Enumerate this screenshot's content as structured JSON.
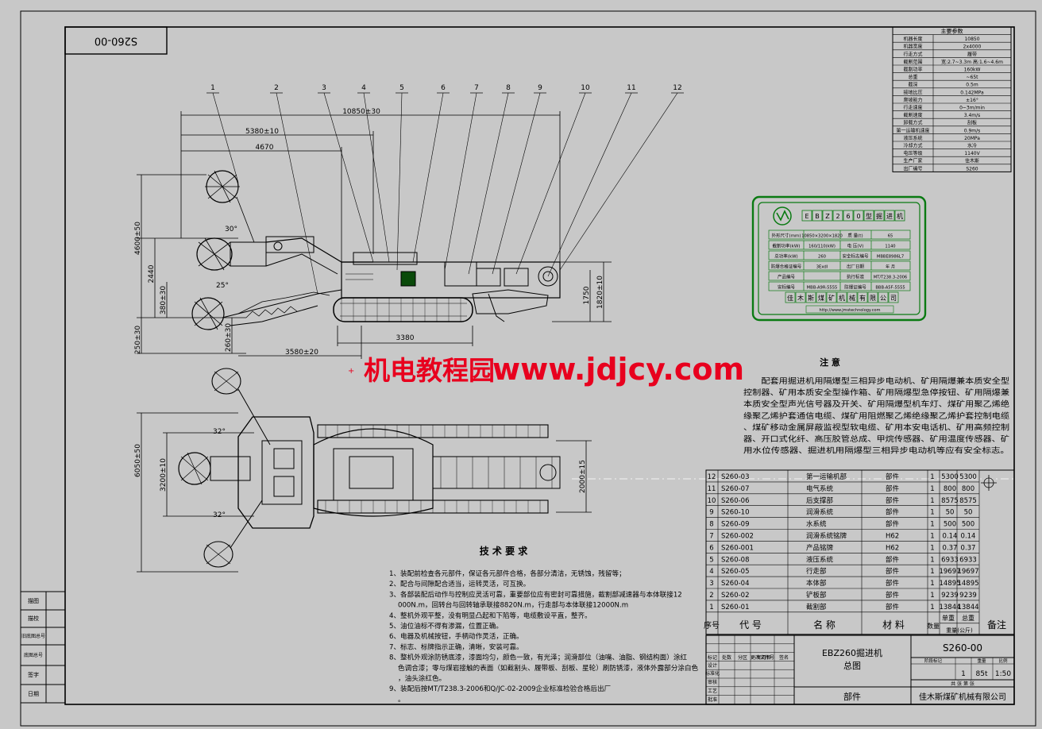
{
  "drawing_no_box": "S260-00",
  "params_table": {
    "title": "主要参数",
    "rows": [
      [
        "机器长度",
        "10850"
      ],
      [
        "机器宽度",
        "2x4000"
      ],
      [
        "行走方式",
        "履带"
      ],
      [
        "截割范围",
        "宽:2.7~3.3m 高:1.6~4.6m"
      ],
      [
        "截割功率",
        "160kW"
      ],
      [
        "总重",
        "~65t"
      ],
      [
        "截深",
        "0.5m"
      ],
      [
        "接地比压",
        "0.142MPa"
      ],
      [
        "爬坡能力",
        "±16°"
      ],
      [
        "行走速度",
        "0~3m/min"
      ],
      [
        "截割速度",
        "3.4m/s"
      ],
      [
        "卸载方式",
        "刮板"
      ],
      [
        "第一运输机速度",
        "0.9m/s"
      ],
      [
        "液压系统",
        "20MPa"
      ],
      [
        "冷却方式",
        "水冷"
      ],
      [
        "电压等级",
        "1140V"
      ],
      [
        "生产厂家",
        "佳木斯"
      ],
      [
        "出厂编号",
        "S260"
      ]
    ]
  },
  "part_labels": [
    "1",
    "2",
    "3",
    "4",
    "5",
    "6",
    "7",
    "8",
    "9",
    "10",
    "11",
    "12"
  ],
  "dimensions": {
    "overall_length": "10850±30",
    "len_5380": "5380±10",
    "len_4670": "4670",
    "height_4600": "4600±50",
    "height_2440": "2440",
    "height_380": "380±30",
    "height_250": "250±30",
    "height_260": "260±30",
    "track_3380": "3380",
    "reach_3580": "3580±20",
    "height_1750": "1750",
    "height_1820": "1820±10",
    "angle_30": "30°",
    "angle_25": "25°",
    "width_6050": "6050±50",
    "width_3200": "3200±10",
    "width_2000": "2000±15",
    "angle_32_top": "32°",
    "angle_32_bot": "32°"
  },
  "nameplate": {
    "model_chars": [
      "E",
      "B",
      "Z",
      "2",
      "6",
      "0",
      "型",
      "掘",
      "进",
      "机"
    ],
    "rows": [
      [
        "外形尺寸(mm)",
        "10850×3200×1820",
        "质 量(t)",
        "65"
      ],
      [
        "截割功率(kW)",
        "160/110(kW)",
        "电 压(V)",
        "1140"
      ],
      [
        "总功率(kW)",
        "260",
        "安全标志编号",
        "MBBE8986L7"
      ],
      [
        "防爆合格证编号",
        "3ExdI",
        "出厂日期",
        "年  月"
      ],
      [
        "产品编号",
        "",
        "执行标准",
        "MT/T238.3-2006"
      ],
      [
        "安标编号",
        "MBB-A9R-5555",
        "防爆证编号",
        "BBB-A5F-5555"
      ]
    ],
    "maker_chars": [
      "佳",
      "木",
      "斯",
      "煤",
      "矿",
      "机",
      "械",
      "有",
      "限",
      "公",
      "司"
    ],
    "footer": "http://www.jmstechnology.com"
  },
  "watermark": {
    "cn": "机电教程园",
    "url": "www.jdjcy.com"
  },
  "notes": {
    "title": "注    意",
    "body": "配套用掘进机用隔爆型三相异步电动机、矿用隔爆兼本质安全型控制器、矿用本质安全型操作箱、矿用隔爆型急停按钮、矿用隔爆兼本质安全型声光信号器及开关、矿用隔爆型机车灯、煤矿用聚乙烯绝缘聚乙烯护套通信电缆、煤矿用阻燃聚乙烯绝缘聚乙烯护套控制电缆、煤矿移动金属屏蔽监视型软电缆、矿用本安电话机、矿用高频控制器、开口式化纤、高压胶管总成、甲烷传感器、矿用温度传感器、矿用水位传感器、掘进机用隔爆型三相异步电动机等应有安全标志。"
  },
  "tech_req": {
    "title": "技 术 要 求",
    "items": [
      "1、装配前检查各元部件，保证各元部件合格，各部分清洁，无锈蚀，残留等；",
      "2、配合与间隙配合适当，运转灵活，可互换。",
      "3、各部装配后动作与控制应灵活可靠，重要部位应有密封可靠措施，截割部减速器与本体联接12000N.m，回转台与回转轴承联接8820N.m，行走部与本体联接12000N.m",
      "4、整机外观平整，没有明显凸起和下陷等，电缆敷设平直，整齐。",
      "5、油位油标不得有渗漏，位置正确。",
      "6、电器及机械按钮，手柄动作灵活，正确。",
      "7、标志、标牌指示正确，清晰，安装可靠。",
      "8、整机外观涂防锈底漆，漆面均匀，颜色一致，有光泽；润滑部位（油嘴、油脂、钢结构面）涂红色调合漆；零与煤岩接触的表面（如截割头、履带板、刮板、星轮）刷防锈漆，液体外露部分涂白色，油头涂红色。",
      "9、装配后按MT/T238.3-2006和Q/JC-02-2009企业标准检验合格后出厂。"
    ]
  },
  "bom": {
    "header": [
      "序号",
      "代  号",
      "名    称",
      "材    料",
      "数量",
      "单重",
      "总重",
      "备注"
    ],
    "header_sub": "重量(公斤)",
    "rows": [
      [
        "12",
        "S260-03",
        "第一运输机部",
        "部件",
        "1",
        "5300",
        "5300"
      ],
      [
        "11",
        "S260-07",
        "电气系统",
        "部件",
        "1",
        "800",
        "800"
      ],
      [
        "10",
        "S260-06",
        "后支撑部",
        "部件",
        "1",
        "8575",
        "8575"
      ],
      [
        "9",
        "S260-10",
        "润滑系统",
        "部件",
        "1",
        "50",
        "50"
      ],
      [
        "8",
        "S260-09",
        "水系统",
        "部件",
        "1",
        "500",
        "500"
      ],
      [
        "7",
        "S260-002",
        "润滑系统铭牌",
        "H62",
        "1",
        "0.14",
        "0.14"
      ],
      [
        "6",
        "S260-001",
        "产品铭牌",
        "H62",
        "1",
        "0.37",
        "0.37"
      ],
      [
        "5",
        "S260-08",
        "液压系统",
        "部件",
        "1",
        "6933",
        "6933"
      ],
      [
        "4",
        "S260-05",
        "行走部",
        "部件",
        "1",
        "19697",
        "19697"
      ],
      [
        "3",
        "S260-04",
        "本体部",
        "部件",
        "1",
        "14895",
        "14895"
      ],
      [
        "2",
        "S260-02",
        "铲板部",
        "部件",
        "1",
        "9239",
        "9239"
      ],
      [
        "1",
        "S260-01",
        "截割部",
        "部件",
        "1",
        "13844",
        "13844"
      ]
    ]
  },
  "title_block": {
    "drawing_title_1": "EBZ260掘进机",
    "drawing_title_2": "总图",
    "drawing_no": "S260-00",
    "stage_label": "阶段标记",
    "weight_label": "重量",
    "scale_label": "比例",
    "qty": "1",
    "weight": "85t",
    "scale": "1:50",
    "sheet_info": "共  张  第  张",
    "category": "部件",
    "company": "佳木斯煤矿机械有限公司",
    "roles": [
      "标记",
      "处数",
      "分区",
      "更改文件号",
      "签名",
      "年月日",
      "设计",
      "标准化",
      "审核",
      "工艺",
      "批准"
    ],
    "left_labels": [
      "描图",
      "描校",
      "旧底图总号",
      "底图总号",
      "签字",
      "日期"
    ]
  }
}
